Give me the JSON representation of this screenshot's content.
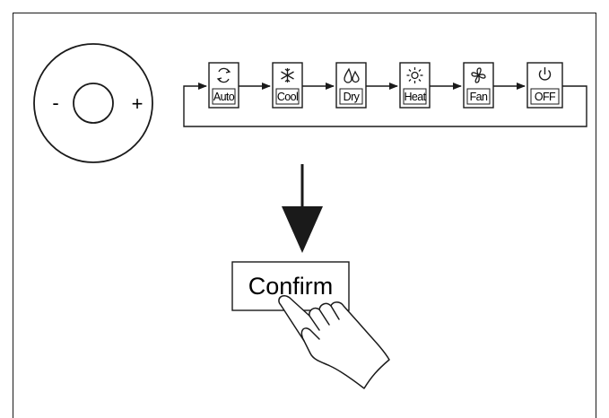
{
  "dial": {
    "minus": "-",
    "plus": "+"
  },
  "modes": [
    {
      "label": "Auto",
      "icon": "auto-cycle-icon"
    },
    {
      "label": "Cool",
      "icon": "snowflake-icon"
    },
    {
      "label": "Dry",
      "icon": "water-drop-icon"
    },
    {
      "label": "Heat",
      "icon": "sun-icon"
    },
    {
      "label": "Fan",
      "icon": "fan-icon"
    },
    {
      "label": "OFF",
      "icon": "power-icon"
    }
  ],
  "confirm": {
    "label": "Confirm"
  },
  "colors": {
    "stroke": "#1a1a1a",
    "background": "#ffffff"
  }
}
